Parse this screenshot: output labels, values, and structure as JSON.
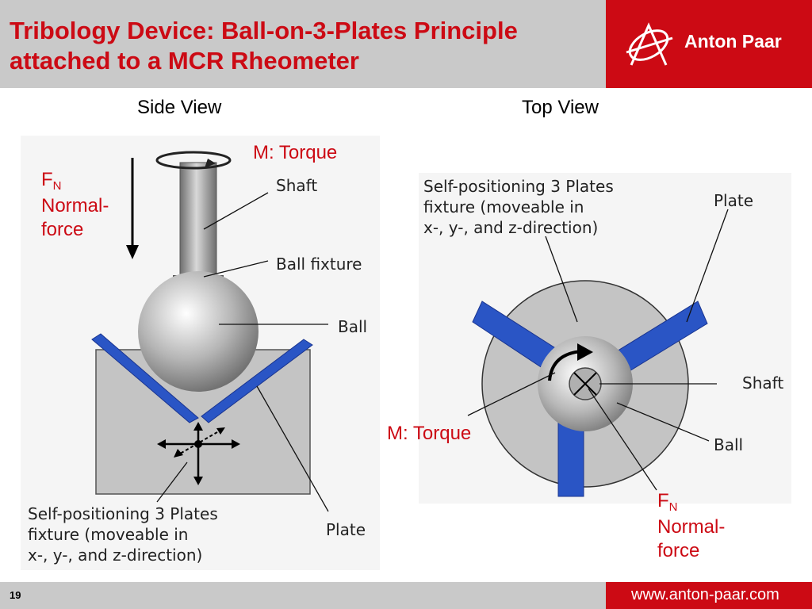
{
  "header": {
    "title": "Tribology Device: Ball-on-3-Plates Principle\nattached to a MCR Rheometer",
    "brand": "Anton Paar",
    "brand_color": "#cc0a14"
  },
  "views": {
    "side_title": "Side View",
    "top_title": "Top View"
  },
  "side_view": {
    "torque_label": "M: Torque",
    "force_symbol": "F",
    "force_subscript": "N",
    "force_text": "Normal-\nforce",
    "shaft_label": "Shaft",
    "ball_fixture_label": "Ball fixture",
    "ball_label": "Ball",
    "plate_label": "Plate",
    "fixture_label": "Self-positioning 3 Plates\nfixture (moveable in\nx-, y-, and z-direction)"
  },
  "top_view": {
    "fixture_label": "Self-positioning 3 Plates\nfixture (moveable in\nx-, y-, and z-direction)",
    "plate_label": "Plate",
    "shaft_label": "Shaft",
    "ball_label": "Ball",
    "torque_label": "M: Torque",
    "force_symbol": "F",
    "force_subscript": "N",
    "force_text": "Normal-\nforce"
  },
  "footer": {
    "page_number": "19",
    "url": "www.anton-paar.com"
  }
}
